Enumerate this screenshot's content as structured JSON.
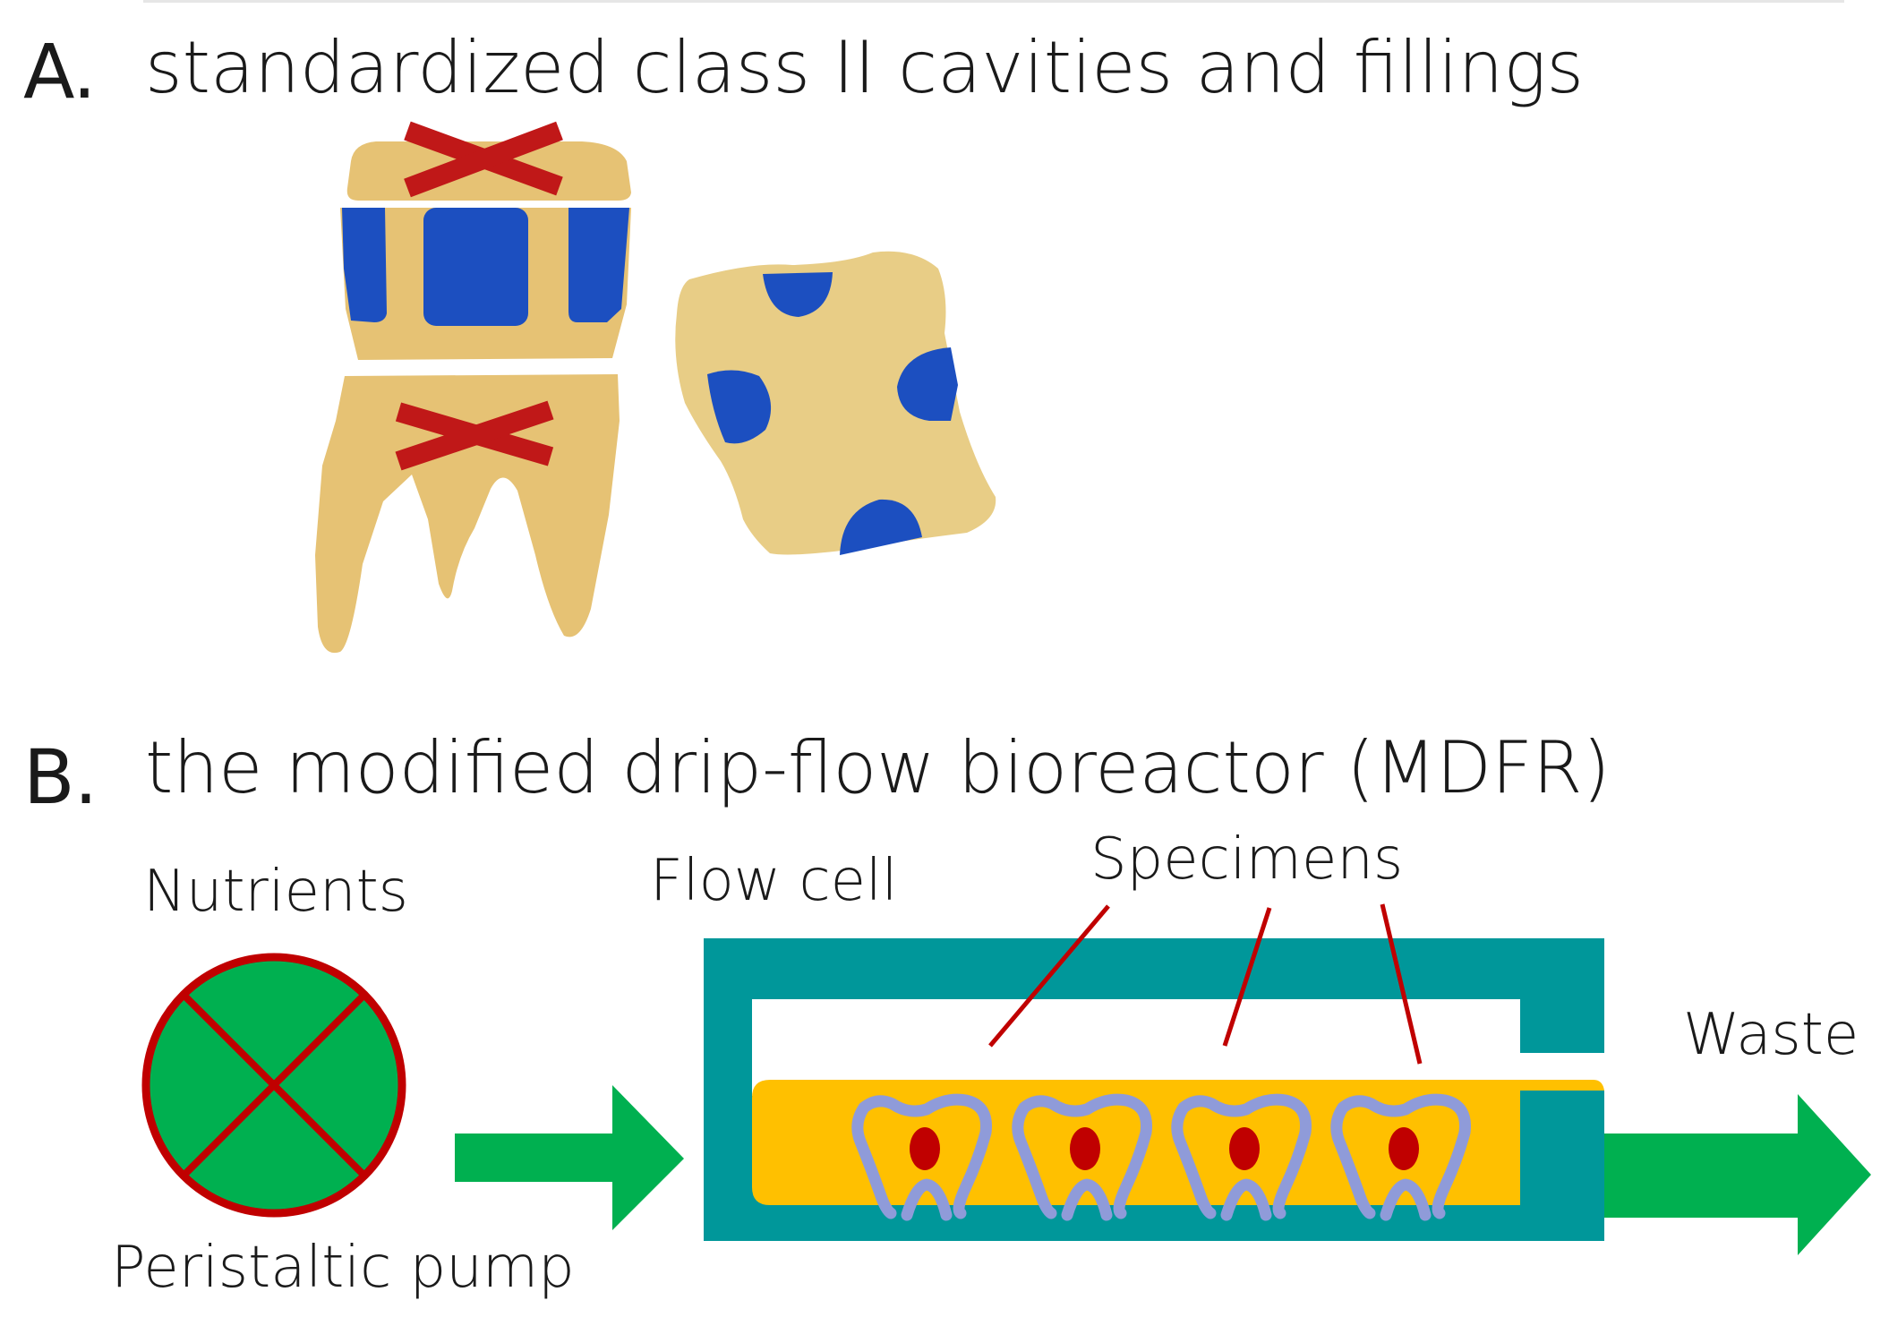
{
  "panel_a": {
    "letter": "A.",
    "title": "standardized class II cavities and fillings"
  },
  "panel_b": {
    "letter": "B.",
    "title": "the modified drip-flow bioreactor (MDFR)",
    "labels": {
      "nutrients": "Nutrients",
      "pump": "Peristaltic pump",
      "flow_cell": "Flow cell",
      "specimens": "Specimens",
      "waste": "Waste"
    }
  },
  "colors": {
    "tooth": "#e6c274",
    "tooth_light": "#e8cd86",
    "filling": "#1c4fc0",
    "cross": "#c01818",
    "pump_fill": "#00b050",
    "pump_ring": "#c00000",
    "arrow": "#00b050",
    "flow_cell": "#00979a",
    "medium": "#ffc000",
    "specimen_outline": "#8f9bd9",
    "pulp": "#c00000",
    "leader_line": "#c00000"
  }
}
